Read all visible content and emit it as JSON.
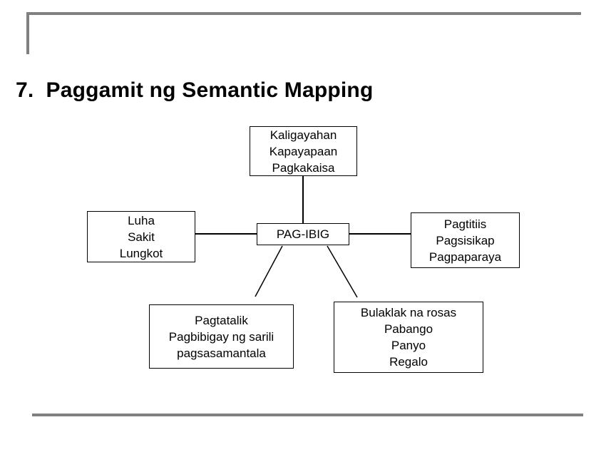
{
  "slide": {
    "title": "7.  Paggamit ng Semantic Mapping",
    "background_color": "#ffffff",
    "rule_color": "#808080",
    "line_color": "#000000"
  },
  "diagram": {
    "type": "semantic-map",
    "center": {
      "id": "pag-ibig",
      "lines": [
        "PAG-IBIG"
      ]
    },
    "nodes": [
      {
        "id": "top",
        "position": "top",
        "lines": [
          "Kaligayahan",
          "Kapayapaan",
          "Pagkakaisa"
        ]
      },
      {
        "id": "left",
        "position": "left",
        "lines": [
          "Luha",
          "Sakit",
          "Lungkot"
        ]
      },
      {
        "id": "right",
        "position": "right",
        "lines": [
          "Pagtitiis",
          "Pagsisikap",
          "Pagpaparaya"
        ]
      },
      {
        "id": "bottom-left",
        "position": "bottom-left",
        "lines": [
          "Pagtatalik",
          "Pagbibigay ng sarili",
          "pagsasamantala"
        ]
      },
      {
        "id": "bottom-right",
        "position": "bottom-right",
        "lines": [
          "Bulaklak na rosas",
          "Pabango",
          "Panyo",
          "Regalo"
        ]
      }
    ],
    "connectors": [
      {
        "from": "top",
        "to": "pag-ibig",
        "style": "vertical"
      },
      {
        "from": "left",
        "to": "pag-ibig",
        "style": "horizontal"
      },
      {
        "from": "pag-ibig",
        "to": "right",
        "style": "horizontal"
      },
      {
        "from": "pag-ibig",
        "to": "bottom-left",
        "style": "diagonal"
      },
      {
        "from": "pag-ibig",
        "to": "bottom-right",
        "style": "diagonal"
      }
    ]
  }
}
